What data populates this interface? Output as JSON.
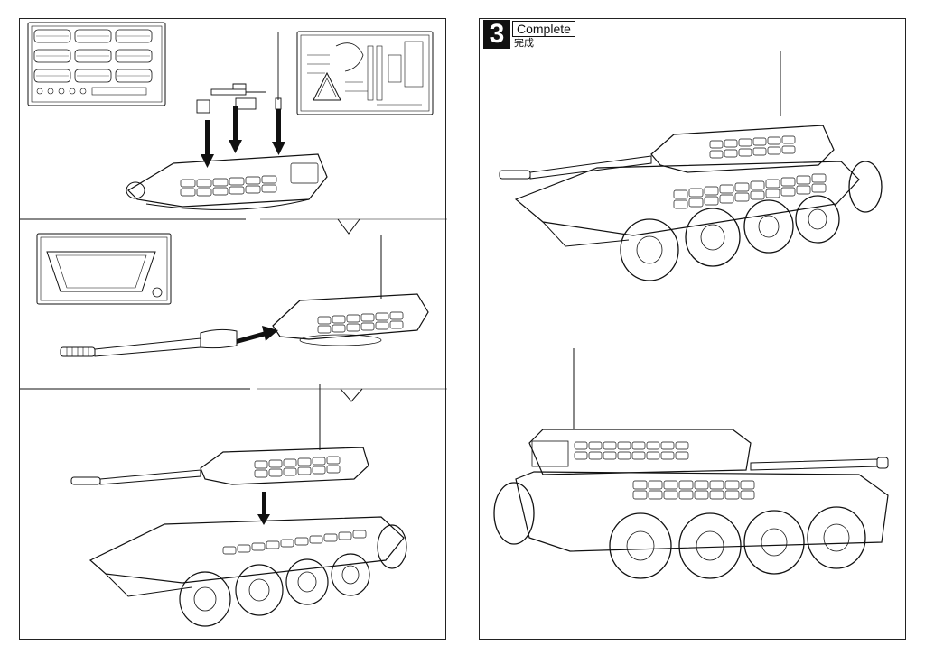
{
  "step": {
    "number": "3",
    "title": "Complete",
    "subtitle": "完成"
  },
  "icons": {
    "arrow": "down-arrow-icon",
    "arrow_right": "right-arrow-icon",
    "pointer": "v-pointer-icon"
  },
  "colors": {
    "line": "#111111",
    "paper": "#ffffff"
  }
}
